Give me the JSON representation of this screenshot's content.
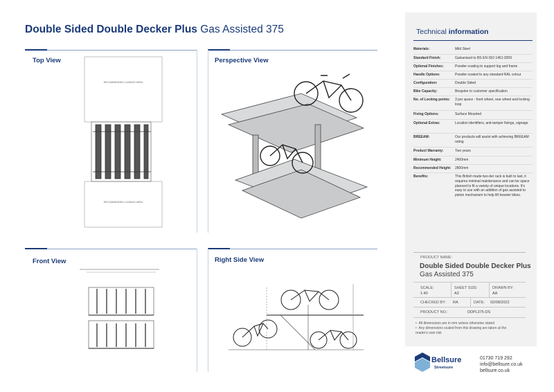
{
  "header": {
    "title_bold": "Double Sided Double Decker Plus",
    "title_light": "Gas Assisted 375"
  },
  "views": {
    "top": "Top View",
    "perspective": "Perspective View",
    "front": "Front View",
    "right_side": "Right Side View"
  },
  "top_view": {
    "upper_zone": "RECOMMENDED LOADING AREA",
    "lower_zone": "RECOMMENDED LOADING AREA"
  },
  "technical": {
    "title_light": "Technical ",
    "title_bold": "information",
    "specs": [
      {
        "key": "Materials:",
        "value": "Mild Steel"
      },
      {
        "key": "Standard Finish:",
        "value": "Galvanised to BS EN ISO 1461:2009"
      },
      {
        "key": "Optional Finishes:",
        "value": "Powder-coating to support leg and frame"
      },
      {
        "key": "Handle Options:",
        "value": "Powder-coated to any standard RAL colour"
      },
      {
        "key": "Configuration:",
        "value": "Double Sided"
      },
      {
        "key": "Bike Capacity:",
        "value": "Bespoke to customer specification"
      },
      {
        "key": "No. of Locking points:",
        "value": "3 per space - front wheel, rear wheel and locking loop"
      },
      {
        "key": "Fixing Options:",
        "value": "Surface Mounted"
      },
      {
        "key": "Optional Extras:",
        "value": "Location identifiers, anti-tamper fixings, signage"
      },
      {
        "key": "BREEAM:",
        "value": "Our products will assist with achieving BREEAM rating"
      },
      {
        "key": "Product Warranty:",
        "value": "Two years"
      },
      {
        "key": "Minimum Height:",
        "value": "2400mm"
      },
      {
        "key": "Recommended Height:",
        "value": "2800mm"
      },
      {
        "key": "Benefits:",
        "value": "This British made two-tier rack is built to last, it requires minimal maintenance and can be space planned to fit a variety of unique locations. It's easy to use with an addition of gas assisted to piston mechanism to help lift heavier bikes."
      }
    ]
  },
  "title_block": {
    "product_name_label": "PRODUCT NAME:",
    "product_name_1": "Double Sided Double Decker Plus",
    "product_name_2": "Gas Assisted 375",
    "scale_label": "SCALE:",
    "scale_value": "1:40",
    "sheet_label": "SHEET SIZE:",
    "sheet_value": "A3",
    "drawn_label": "DRAWN BY:",
    "drawn_value": "AA",
    "checked_label": "CHECKED BY:",
    "checked_value": "RA",
    "date_label": "DATE:",
    "date_value": "02/08/2022",
    "product_no_label": "PRODUCT NO.:",
    "product_no_value": "DDPL375-DS",
    "notes": [
      "All dimensions are in mm unless otherwise stated",
      "Any dimensions scaled from this drawing are taken at the reader's own risk"
    ]
  },
  "brand": {
    "name": "Bellsure",
    "sub": "Streetsure",
    "phone": "01730 719 292",
    "email": "info@bellsure.co.uk",
    "web": "bellsure.co.uk",
    "colors": {
      "navy": "#1a3a78",
      "accent": "#7fb0d8"
    }
  }
}
